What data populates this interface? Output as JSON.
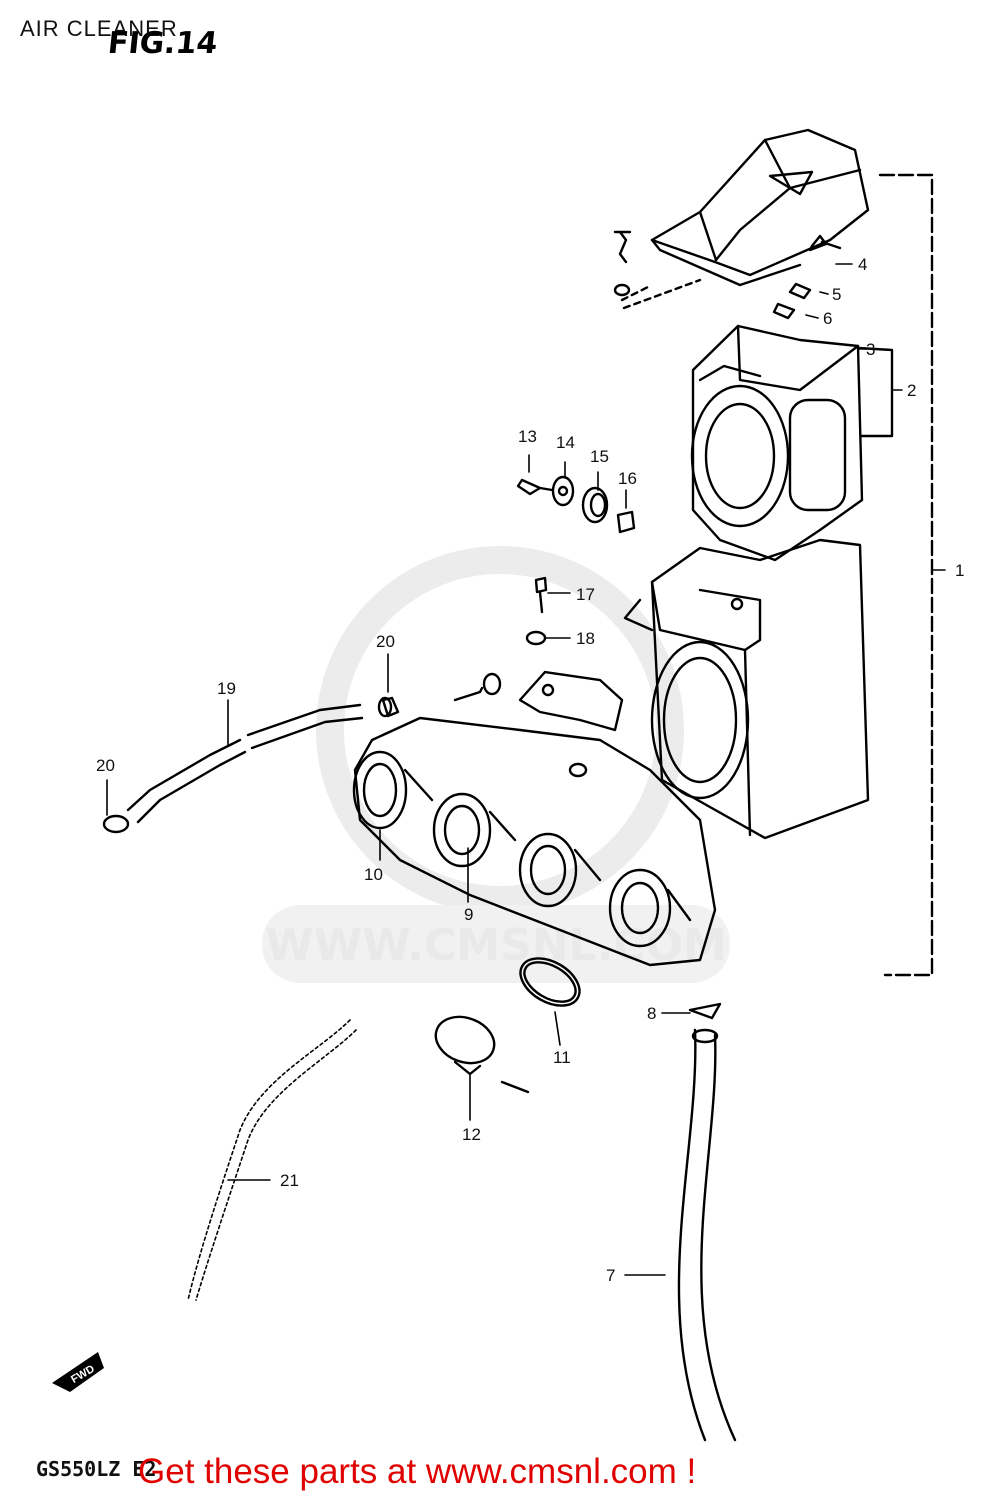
{
  "header": {
    "section_title": "AIR CLEANER",
    "figure_label": "FIG.14"
  },
  "footer": {
    "model_code": "GS550LZ E2",
    "call_to_action": "Get these parts at www.cmsnl.com !"
  },
  "watermark": {
    "text": "WWW.CMSNL.COM"
  },
  "direction_marker": {
    "text": "FWD"
  },
  "callouts": [
    "1",
    "2",
    "3",
    "4",
    "5",
    "6",
    "7",
    "8",
    "9",
    "10",
    "11",
    "12",
    "13",
    "14",
    "15",
    "16",
    "17",
    "18",
    "19",
    "20",
    "20",
    "21"
  ],
  "colors": {
    "line": "#000000",
    "cta": "#e00000",
    "watermark": "#e9e9e9"
  }
}
